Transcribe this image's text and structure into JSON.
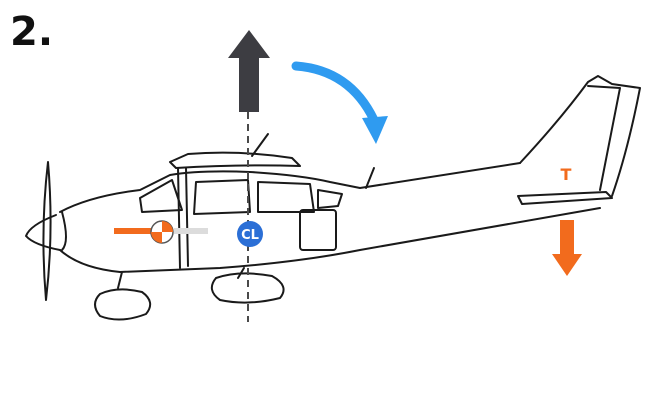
{
  "step_number": "2.",
  "labels": {
    "center_of_lift": "CL",
    "tail_force": "T"
  },
  "colors": {
    "lift_arrow": "#3d3d42",
    "pitch_arrow": "#2f9bf0",
    "tail_down_arrow": "#f26b1d",
    "cl_badge": "#2b6fd6",
    "tail_label": "#f26b1d",
    "cg_marker_orange": "#f26b1d",
    "outline": "#1a1a1a"
  }
}
